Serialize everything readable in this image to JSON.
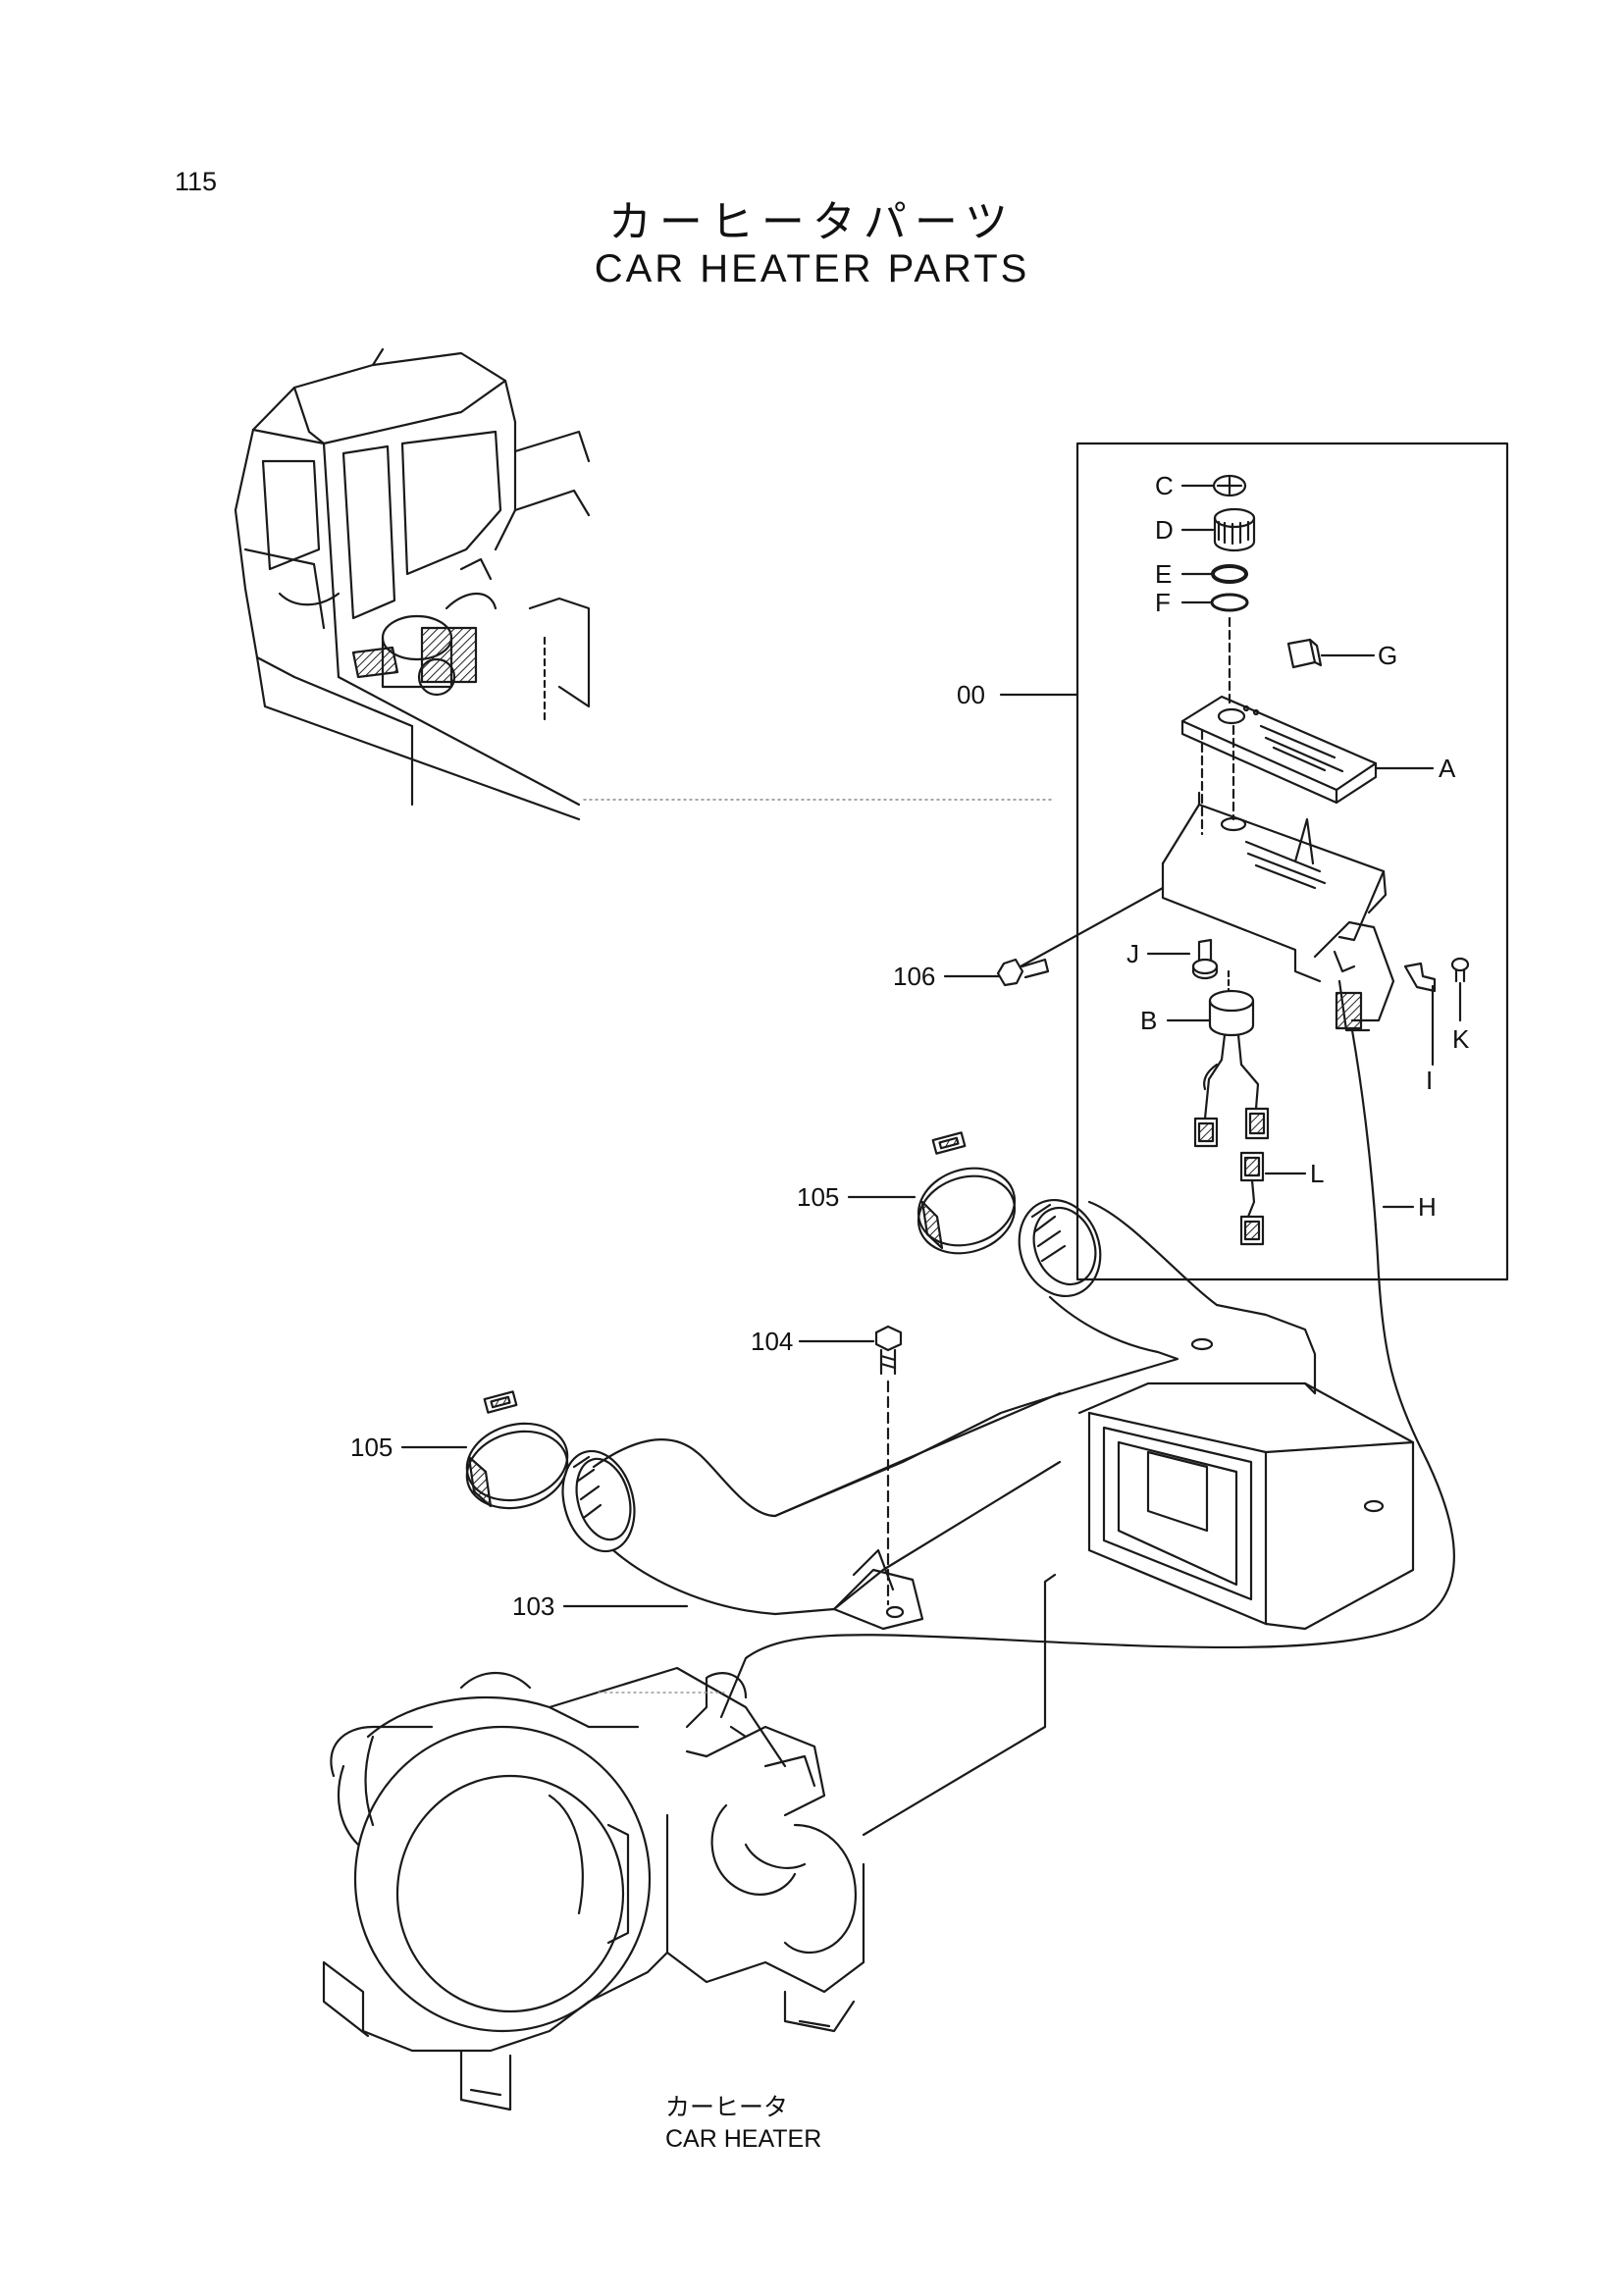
{
  "page_number": "115",
  "title_jp": "カーヒータパーツ",
  "title_en": "CAR HEATER PARTS",
  "assembly_label": "00",
  "part_labels": {
    "C": "C",
    "D": "D",
    "E": "E",
    "F": "F",
    "G": "G",
    "A": "A",
    "J": "J",
    "B": "B",
    "I": "I",
    "K": "K",
    "L": "L",
    "H": "H",
    "p106": "106",
    "p105a": "105",
    "p105b": "105",
    "p104": "104",
    "p103": "103"
  },
  "caption_jp": "カーヒータ",
  "caption_en": "CAR HEATER"
}
